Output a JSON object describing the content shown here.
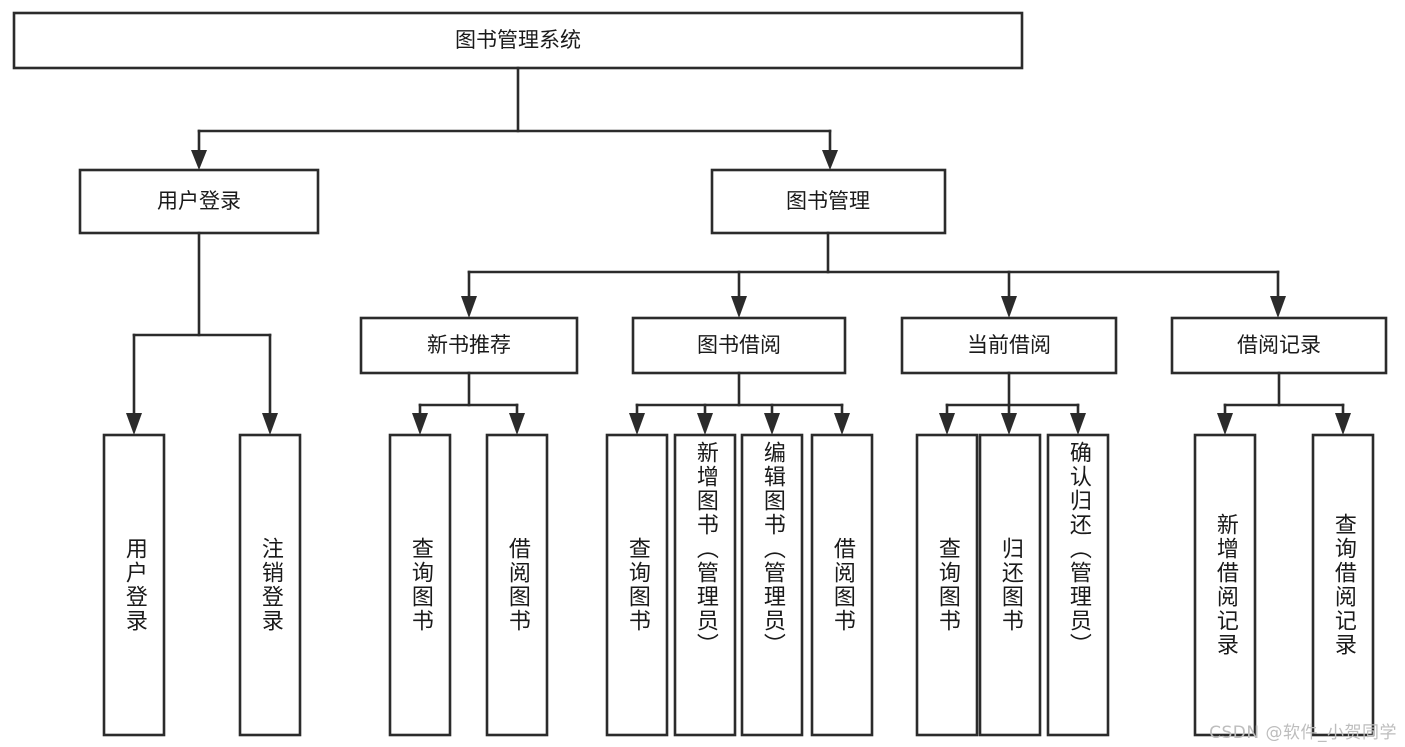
{
  "diagram": {
    "type": "tree",
    "title": "图书管理系统",
    "background": "#ffffff",
    "line_color": "#2b2b2b",
    "text_color": "#1a1a1a",
    "root": {
      "label": "图书管理系统"
    },
    "level2": [
      {
        "label": "用户登录"
      },
      {
        "label": "图书管理"
      }
    ],
    "level3": [
      {
        "label": "新书推荐"
      },
      {
        "label": "图书借阅"
      },
      {
        "label": "当前借阅"
      },
      {
        "label": "借阅记录"
      }
    ],
    "leaves": {
      "user_login": [
        {
          "label": "用户登录"
        },
        {
          "label": "注销登录"
        }
      ],
      "new_book": [
        {
          "label": "查询图书"
        },
        {
          "label": "借阅图书"
        }
      ],
      "book_borrow": [
        {
          "label": "查询图书"
        },
        {
          "label": "新增图书（管理员）"
        },
        {
          "label": "编辑图书（管理员）"
        },
        {
          "label": "借阅图书"
        }
      ],
      "current_borrow": [
        {
          "label": "查询图书"
        },
        {
          "label": "归还图书"
        },
        {
          "label": "确认归还（管理员）"
        }
      ],
      "borrow_record": [
        {
          "label": "新增借阅记录"
        },
        {
          "label": "查询借阅记录"
        }
      ]
    }
  },
  "watermark": {
    "text": "CSDN @软件_小贺同学"
  }
}
